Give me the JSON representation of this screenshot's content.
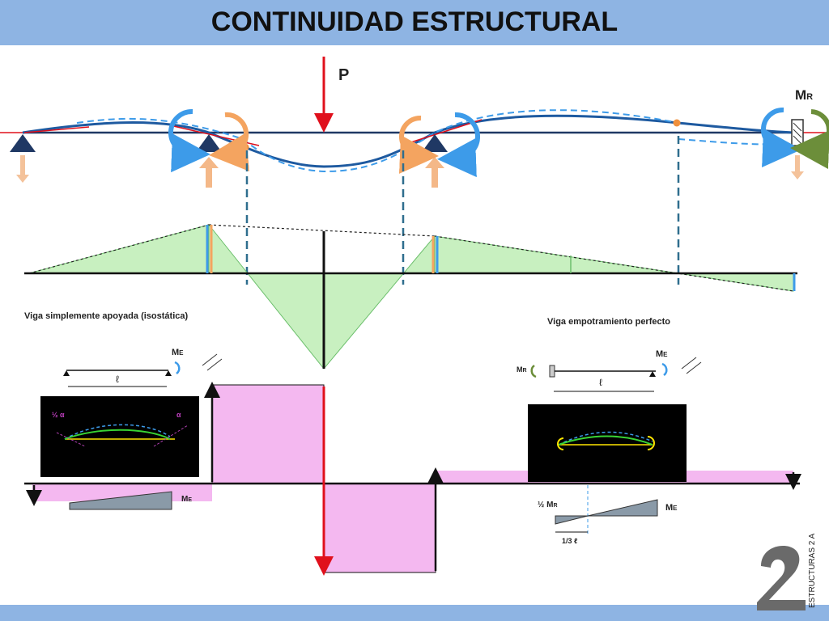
{
  "header": {
    "title": "CONTINUIDAD ESTRUCTURAL"
  },
  "beam": {
    "load_label": "P",
    "moment_label_main": "M",
    "moment_label_sub": "R"
  },
  "captions": {
    "simple_beam": "Viga simplemente apoyada (isostática)",
    "fixed_beam": "Viga empotramiento perfecto"
  },
  "left_inset": {
    "moment_main": "M",
    "moment_sub": "E",
    "span": "ℓ",
    "angle_half": "½ α",
    "angle_full": "α",
    "triangle_main": "M",
    "triangle_sub": "E"
  },
  "right_inset": {
    "left_moment_main": "M",
    "left_moment_sub": "R",
    "right_moment_main": "M",
    "right_moment_sub": "E",
    "span": "ℓ",
    "half_moment": "½ M",
    "half_moment_sub": "R",
    "right_main": "M",
    "right_sub": "E",
    "third_span": "1/3 ℓ"
  },
  "footer": {
    "logo_text": "ESTRUCTURAS 2 A"
  },
  "colors": {
    "accent_blue": "#1e5aa0",
    "support_navy": "#1f3864",
    "moment_blue": "#3d9be9",
    "moment_orange": "#f4a460",
    "moment_green": "#6c8e3a",
    "diagram_green": "#c8f0c0",
    "shear_pink": "#f4b8f0",
    "load_red": "#e0101c"
  }
}
